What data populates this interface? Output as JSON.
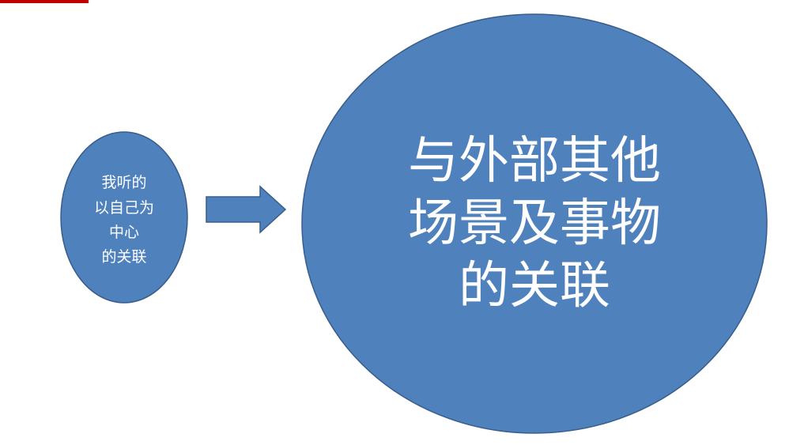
{
  "colors": {
    "shape_fill": "#4f81bd",
    "shape_stroke": "#385d8a",
    "text": "#ffffff",
    "top_fragment": "#c00000"
  },
  "small_circle": {
    "lines": [
      "我听的",
      "以自己为",
      "中心",
      "的关联"
    ]
  },
  "arrow": {
    "icon": "right-arrow-icon"
  },
  "large_circle": {
    "lines": [
      "与外部其他",
      "场景及事物",
      "的关联"
    ]
  }
}
